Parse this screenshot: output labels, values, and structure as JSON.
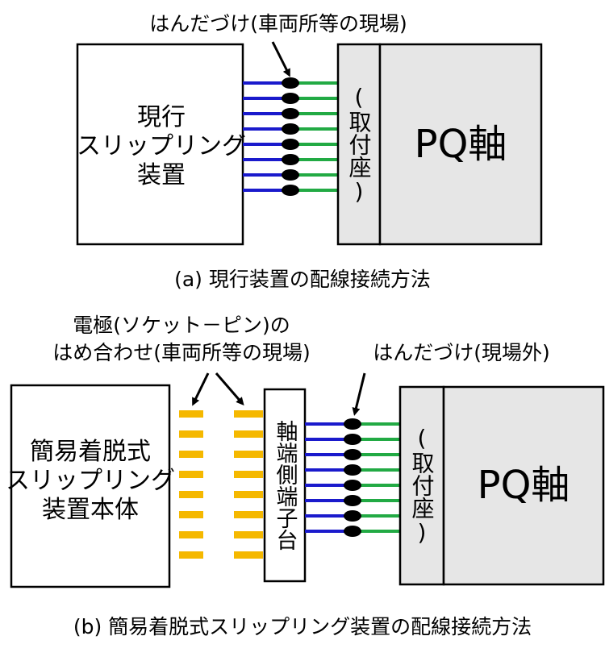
{
  "colors": {
    "blue_wire": "#1a1acc",
    "green_wire": "#22aa44",
    "yellow_pin": "#f5b800",
    "mount_fill": "#e6e6e6",
    "solder_dot": "#000000",
    "line": "#000000"
  },
  "wire_count": 8,
  "pin_count": 8,
  "panel_a": {
    "callout": "はんだづけ(車両所等の現場)",
    "device_label": [
      "現行",
      "スリップリング",
      "装置"
    ],
    "mount_label": "(取付座)",
    "axle_label": "PQ軸",
    "caption": "(a) 現行装置の配線接続方法"
  },
  "panel_b": {
    "callout_pins": [
      "電極(ソケット－ピン)の",
      "はめ合わせ(車両所等の現場)"
    ],
    "callout_solder": "はんだづけ(現場外)",
    "device_label": [
      "簡易着脱式",
      "スリップリング",
      "装置本体"
    ],
    "terminal_label": "軸端側端子台",
    "mount_label": "(取付座)",
    "axle_label": "PQ軸",
    "caption": "(b) 簡易着脱式スリップリング装置の配線接続方法"
  }
}
